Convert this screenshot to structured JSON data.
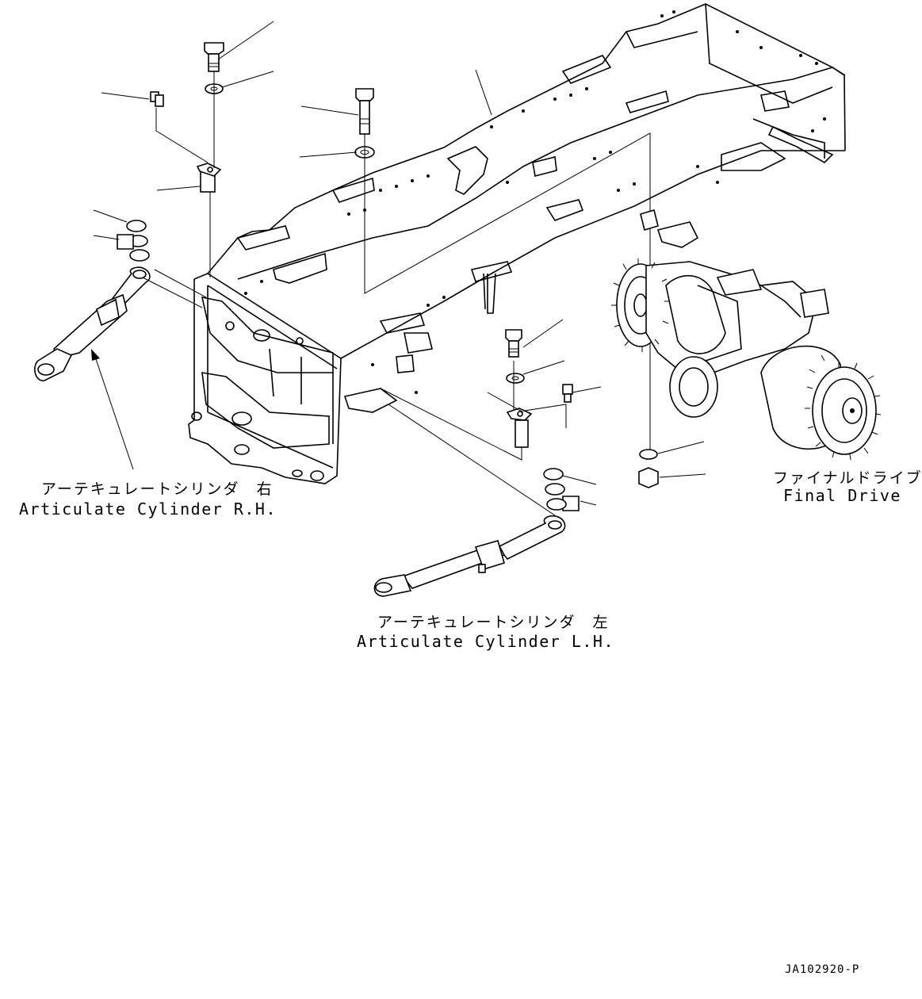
{
  "labels": {
    "right_cylinder": {
      "jp": "アーテキュレートシリンダ　右",
      "en": "Articulate Cylinder R.H."
    },
    "left_cylinder": {
      "jp": "アーテキュレートシリンダ　左",
      "en": "Articulate Cylinder L.H."
    },
    "final_drive": {
      "jp": "ファイナルドライブ",
      "en": "Final Drive"
    },
    "drawing_code": "JA102920-P"
  }
}
